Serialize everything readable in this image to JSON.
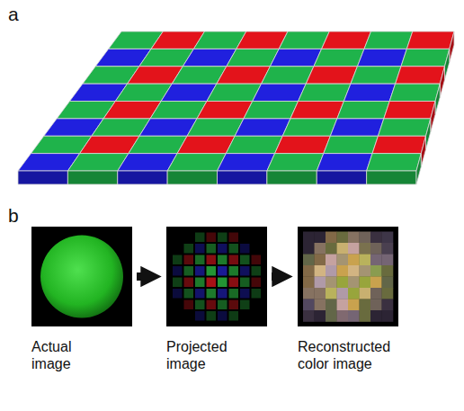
{
  "diagram": {
    "nodes": [
      {
        "text": [
          "Actual image"
        ]
      },
      {
        "text": [
          "Projected image"
        ]
      },
      {
        "text": [
          "Reconstructed color image"
        ]
      }
    ],
    "edges": [
      {
        "from": 0,
        "to": 1,
        "arrow": "to"
      },
      {
        "from": 1,
        "to": 2,
        "arrow": "to"
      }
    ],
    "labels": [
      "a",
      "b"
    ]
  }
}
